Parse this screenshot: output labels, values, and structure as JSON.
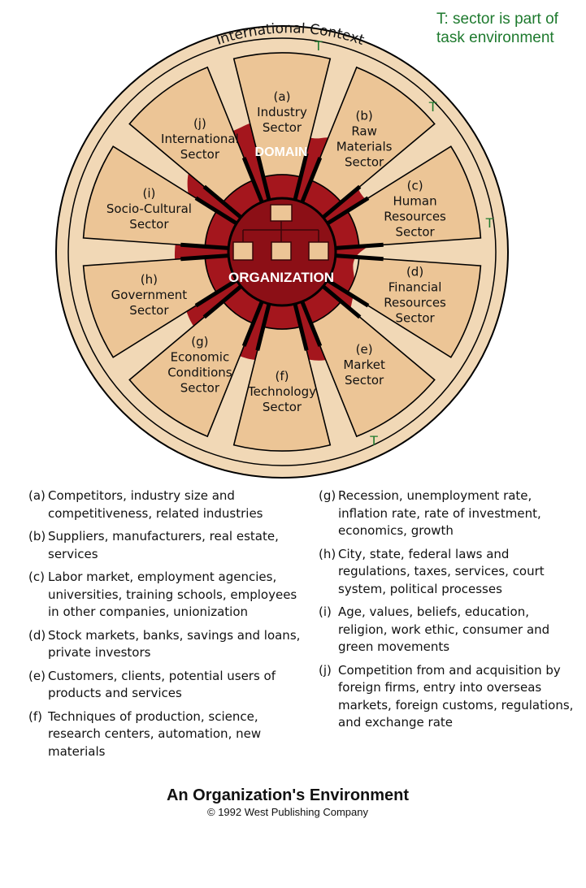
{
  "note": "T: sector is part of\ntask environment",
  "ring_label": "International Context",
  "domain_label": "DOMAIN",
  "organization_label": "ORGANIZATION",
  "task_marker": "T",
  "sectors": [
    {
      "code": "(a)",
      "lines": [
        "Industry",
        "Sector"
      ],
      "task": true
    },
    {
      "code": "(b)",
      "lines": [
        "Raw",
        "Materials",
        "Sector"
      ],
      "task": true
    },
    {
      "code": "(c)",
      "lines": [
        "Human",
        "Resources",
        "Sector"
      ],
      "task": true
    },
    {
      "code": "(d)",
      "lines": [
        "Financial",
        "Resources",
        "Sector"
      ],
      "task": false
    },
    {
      "code": "(e)",
      "lines": [
        "Market",
        "Sector"
      ],
      "task": true
    },
    {
      "code": "(f)",
      "lines": [
        "Technology",
        "Sector"
      ],
      "task": false
    },
    {
      "code": "(g)",
      "lines": [
        "Economic",
        "Conditions",
        "Sector"
      ],
      "task": false
    },
    {
      "code": "(h)",
      "lines": [
        "Government",
        "Sector"
      ],
      "task": false
    },
    {
      "code": "(i)",
      "lines": [
        "Socio-Cultural",
        "Sector"
      ],
      "task": false
    },
    {
      "code": "(j)",
      "lines": [
        "International",
        "Sector"
      ],
      "task": false
    }
  ],
  "legend_left": [
    {
      "code": "(a)",
      "text": "Competitors, industry size and competitiveness, related industries"
    },
    {
      "code": "(b)",
      "text": "Suppliers, manufacturers, real estate, services"
    },
    {
      "code": "(c)",
      "text": "Labor market, employment agencies, universities, training schools, employees in other companies, unionization"
    },
    {
      "code": "(d)",
      "text": "Stock markets, banks, savings and loans, private investors"
    },
    {
      "code": "(e)",
      "text": "Customers, clients, potential users of products and services"
    },
    {
      "code": "(f)",
      "text": "Techniques of production, science, research centers, automation, new materials"
    }
  ],
  "legend_right": [
    {
      "code": "(g)",
      "text": "Recession, unemployment rate, inflation rate, rate of investment, economics, growth"
    },
    {
      "code": "(h)",
      "text": "City, state, federal laws and regulations, taxes, services, court system, political processes"
    },
    {
      "code": "(i)",
      "text": "Age, values, beliefs, education, religion, work ethic, consumer and green movements"
    },
    {
      "code": "(j)",
      "text": "Competition from and acquisition by foreign firms, entry into overseas markets, foreign customs, regulations, and exchange rate"
    }
  ],
  "title": "An Organization's Environment",
  "copyright": "© 1992 West Publishing Company",
  "colors": {
    "ring": "#f1d8b6",
    "sector": "#ecc596",
    "domain": "#a4161d",
    "org_circle": "#8c0f16",
    "note_green": "#1e7a2e"
  }
}
